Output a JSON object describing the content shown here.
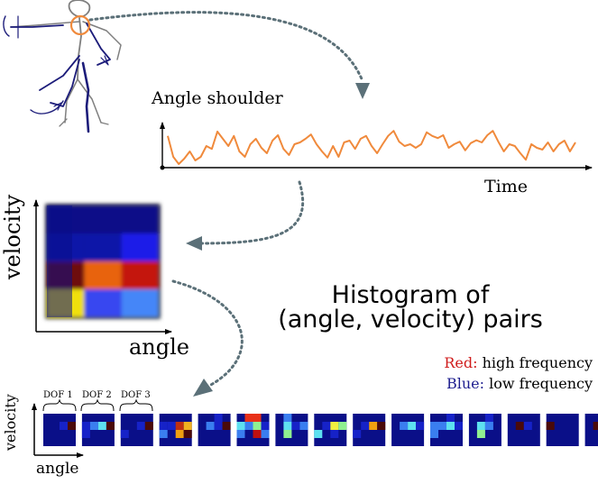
{
  "labels": {
    "angle_shoulder": "Angle shoulder",
    "time": "Time",
    "velocity": "velocity",
    "angle": "angle",
    "histogram_line1": "Histogram of",
    "histogram_line2": "(angle, velocity) pairs",
    "red_key": "Red:",
    "red_desc": " high frequency",
    "blue_key": "Blue:",
    "blue_desc": " low frequency",
    "dof1": "DOF 1",
    "dof2": "DOF 2",
    "dof3": "DOF 3"
  },
  "colors": {
    "signal": "#f08a3c",
    "arrow": "#5b7078",
    "shoulder_circle": "#f08a3c",
    "figure_grey": "#7f7f7f",
    "figure_blue": "#1c1c7a",
    "red_text": "#d01c1c",
    "blue_text": "#1f1f8f",
    "background_cell": "#0a0f88"
  },
  "signal_series": [
    0.78,
    0.2,
    0.0,
    0.15,
    0.35,
    0.1,
    0.2,
    0.5,
    0.42,
    0.9,
    0.7,
    0.5,
    0.78,
    0.35,
    0.2,
    0.55,
    0.7,
    0.45,
    0.3,
    0.65,
    0.8,
    0.42,
    0.25,
    0.55,
    0.6,
    0.7,
    0.82,
    0.55,
    0.35,
    0.18,
    0.5,
    0.2,
    0.6,
    0.65,
    0.42,
    0.7,
    0.78,
    0.5,
    0.3,
    0.55,
    0.78,
    0.92,
    0.62,
    0.5,
    0.55,
    0.45,
    0.55,
    0.88,
    0.78,
    0.72,
    0.8,
    0.45,
    0.55,
    0.62,
    0.38,
    0.58,
    0.66,
    0.6,
    0.8,
    0.92,
    0.62,
    0.35,
    0.55,
    0.5,
    0.3,
    0.12,
    0.55,
    0.45,
    0.4,
    0.6,
    0.35,
    0.55,
    0.65,
    0.35,
    0.6
  ],
  "big_histogram": [
    [
      "#0a0f88",
      "#0a0f88",
      "#0a0f88"
    ],
    [
      "#0f14a8",
      "#0f14a8",
      "#1a1fe8"
    ],
    [
      "#6e0b08",
      "#e8640c",
      "#c41608"
    ],
    [
      "#f0e008",
      "#3846f0",
      "#4486f8"
    ]
  ],
  "small_histograms": [
    {
      "cells": [
        [
          6,
          "#1622c8"
        ],
        [
          7,
          "#4a0a0a"
        ]
      ]
    },
    {
      "cells": [
        [
          4,
          "#1622c8"
        ],
        [
          5,
          "#3a7ef0"
        ],
        [
          6,
          "#5ee0f0"
        ],
        [
          7,
          "#4a0a0a"
        ],
        [
          8,
          "#1622c8"
        ]
      ]
    },
    {
      "cells": [
        [
          6,
          "#1622c8"
        ],
        [
          7,
          "#4a0a0a"
        ],
        [
          8,
          "#1622c8"
        ]
      ]
    },
    {
      "cells": [
        [
          4,
          "#1622c8"
        ],
        [
          5,
          "#1622c8"
        ],
        [
          6,
          "#c03010"
        ],
        [
          7,
          "#f0b020"
        ],
        [
          8,
          "#3a7ef0"
        ],
        [
          10,
          "#f0a010"
        ],
        [
          11,
          "#4a0a0a"
        ]
      ]
    },
    {
      "cells": [
        [
          2,
          "#1622c8"
        ],
        [
          5,
          "#3a7ef0"
        ],
        [
          6,
          "#1622c8"
        ],
        [
          7,
          "#4a0a0a"
        ]
      ]
    },
    {
      "cells": [
        [
          1,
          "#e83018"
        ],
        [
          2,
          "#e83018"
        ],
        [
          4,
          "#5ee0f0"
        ],
        [
          5,
          "#3a7ef0"
        ],
        [
          6,
          "#90f090"
        ],
        [
          7,
          "#1622c8"
        ],
        [
          8,
          "#3a7ef0"
        ],
        [
          10,
          "#c01010"
        ],
        [
          11,
          "#3a7ef0"
        ]
      ]
    },
    {
      "cells": [
        [
          1,
          "#3a7ef0"
        ],
        [
          5,
          "#5ee0f0"
        ],
        [
          6,
          "#1622c8"
        ],
        [
          7,
          "#3a7ef0"
        ],
        [
          9,
          "#90f090"
        ]
      ]
    },
    {
      "cells": [
        [
          5,
          "#1622c8"
        ],
        [
          6,
          "#f0f040"
        ],
        [
          7,
          "#90f090"
        ],
        [
          8,
          "#5ee0f0"
        ],
        [
          10,
          "#1622c8"
        ]
      ]
    },
    {
      "cells": [
        [
          5,
          "#1622c8"
        ],
        [
          6,
          "#f0a010"
        ],
        [
          7,
          "#4a0a0a"
        ],
        [
          8,
          "#1622c8"
        ]
      ]
    },
    {
      "cells": [
        [
          5,
          "#3a7ef0"
        ],
        [
          6,
          "#5ee0f0"
        ],
        [
          7,
          "#1622c8"
        ]
      ]
    },
    {
      "cells": [
        [
          2,
          "#1622c8"
        ],
        [
          4,
          "#3a7ef0"
        ],
        [
          5,
          "#3a7ef0"
        ],
        [
          6,
          "#5ee0f0"
        ],
        [
          7,
          "#1622c8"
        ],
        [
          8,
          "#3a7ef0"
        ]
      ]
    },
    {
      "cells": [
        [
          2,
          "#1622c8"
        ],
        [
          5,
          "#5ee0f0"
        ],
        [
          6,
          "#3a7ef0"
        ],
        [
          9,
          "#90f090"
        ]
      ]
    },
    {
      "cells": [
        [
          5,
          "#4a0a0a"
        ],
        [
          6,
          "#1622c8"
        ]
      ]
    },
    {
      "cells": [
        [
          4,
          "#4a0a0a"
        ]
      ]
    },
    {
      "cells": [
        [
          5,
          "#4a0a0a"
        ]
      ]
    }
  ]
}
